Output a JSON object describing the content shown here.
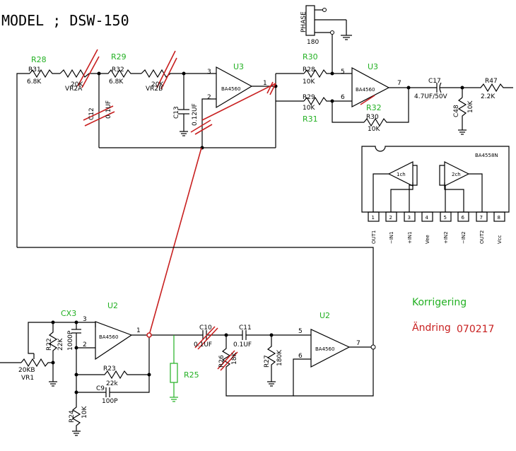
{
  "title": "MODEL ; DSW-150",
  "notes": {
    "korrigering": "Korrigering",
    "andring": "Ändring",
    "date": "070217"
  },
  "colors": {
    "ink": "#000000",
    "corrections": "#22b022",
    "changes": "#c82020"
  },
  "components": {
    "r28_new": "R28",
    "r31_old": "R31",
    "r31_value": "6.8K",
    "vr2a_label": "VR2A",
    "vr2a_value": "20K",
    "r29_new": "R29",
    "r32_old": "R32",
    "r32_value": "6.8K",
    "vr2b_label": "VR2B",
    "vr2b_value": "20K",
    "c12_label": "C12",
    "c12_value": "0.1UF",
    "c13_label": "C13",
    "c13_value": "0.12UF",
    "u3_a": "U3",
    "u3_b": "U3",
    "opamp": "BA4560",
    "r30_new": "R30",
    "r28_old": "R28",
    "r28_value": "10K",
    "r29_old": "R29",
    "r29_value": "10K",
    "r31_new": "R31",
    "r32_new": "R32",
    "r30_old": "R30",
    "r30_value": "10K",
    "phase": "PHASE",
    "phase_180": "180",
    "c17_label": "C17",
    "c17_value": "4.7UF/50V",
    "c48_label": "C48",
    "c48_value": "10K",
    "r47_label": "R47",
    "r47_value": "2.2K",
    "ic_name": "BA4558N",
    "ch1": "1ch",
    "ch2": "2ch",
    "cx3": "CX3",
    "r22_label": "R22",
    "r22_value": "22K",
    "c_1000p": "1000P",
    "vr1_label": "VR1",
    "vr1_value": "20KB",
    "u2_a": "U2",
    "u2_b": "U2",
    "r23_label": "R23",
    "r23_value": "22k",
    "c9_label": "C9",
    "c9_value": "100P",
    "r24_label": "R24",
    "r24_value": "10K",
    "r25_label": "R25",
    "c10_label": "C10",
    "c10_value": "0.1UF",
    "c11_label": "C11",
    "c11_value": "0.1UF",
    "r26_label": "R26",
    "r26_value": "18K",
    "r27_label": "R27",
    "r27_value": "180K"
  },
  "pins": {
    "u3a_p3": "3",
    "u3a_p2": "2",
    "u3a_p1": "1",
    "u3b_p5": "5",
    "u3b_p6": "6",
    "u3b_p7": "7",
    "u2a_p3": "3",
    "u2a_p2": "2",
    "u2a_p1": "1",
    "u2b_p5": "5",
    "u2b_p6": "6",
    "u2b_p7": "7"
  },
  "ic_pins": [
    {
      "num": "1",
      "name": "OUT1"
    },
    {
      "num": "2",
      "name": "−IN1"
    },
    {
      "num": "3",
      "name": "+IN1"
    },
    {
      "num": "4",
      "name": "Vee"
    },
    {
      "num": "5",
      "name": "+IN2"
    },
    {
      "num": "6",
      "name": "−IN2"
    },
    {
      "num": "7",
      "name": "OUT2"
    },
    {
      "num": "8",
      "name": "Vcc"
    }
  ]
}
